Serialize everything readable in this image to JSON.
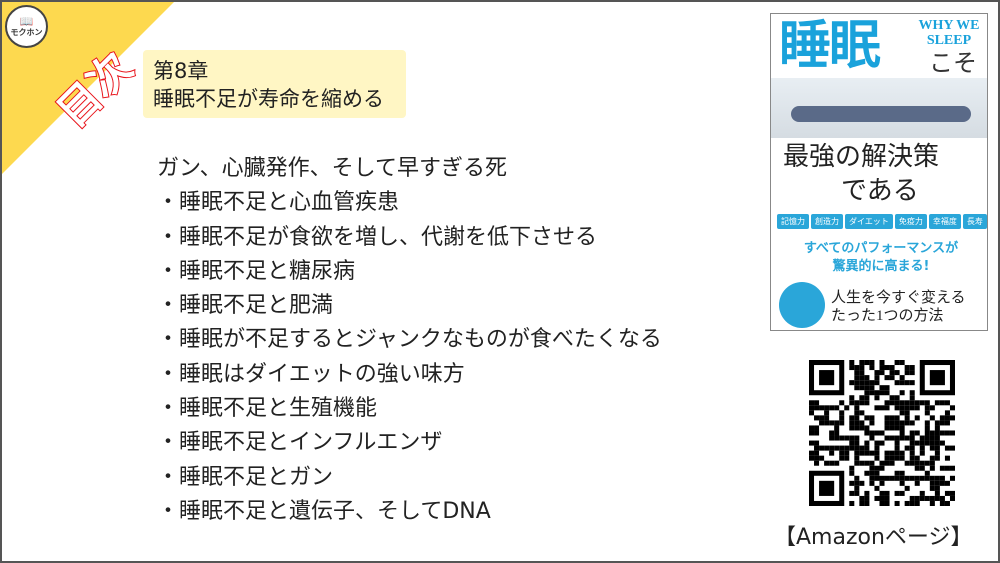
{
  "brand": {
    "logo_text": "モクホン",
    "badge": "目次",
    "colors": {
      "accent": "#fdd94f",
      "badge_stroke": "#e8141b",
      "chapter_bg": "#fff6c4"
    }
  },
  "chapter": {
    "number": "第8章",
    "title": "睡眠不足が寿命を縮める"
  },
  "toc": [
    "ガン、心臓発作、そして早すぎる死",
    "・睡眠不足と心血管疾患",
    "・睡眠不足が食欲を増し、代謝を低下させる",
    "・睡眠不足と糖尿病",
    "・睡眠不足と肥満",
    "・睡眠が不足するとジャンクなものが食べたくなる",
    "・睡眠はダイエットの強い味方",
    "・睡眠不足と生殖機能",
    "・睡眠不足とインフルエンザ",
    "・睡眠不足とガン",
    "・睡眠不足と遺伝子、そしてDNA"
  ],
  "cover": {
    "title": "睡眠",
    "title_en": "WHY WE SLEEP",
    "koso": "こそ",
    "subtitle1": "最強の解決策",
    "subtitle2": "である",
    "tags": [
      "記憶力",
      "創造力",
      "ダイエット",
      "免疫力",
      "幸福度",
      "長寿"
    ],
    "blurb1": "すべてのパフォーマンスが",
    "blurb2": "驚異的に高まる!",
    "tagline1": "人生を今すぐ変える",
    "tagline2": "たった1つの方法"
  },
  "amazon_label": "【Amazonページ】"
}
